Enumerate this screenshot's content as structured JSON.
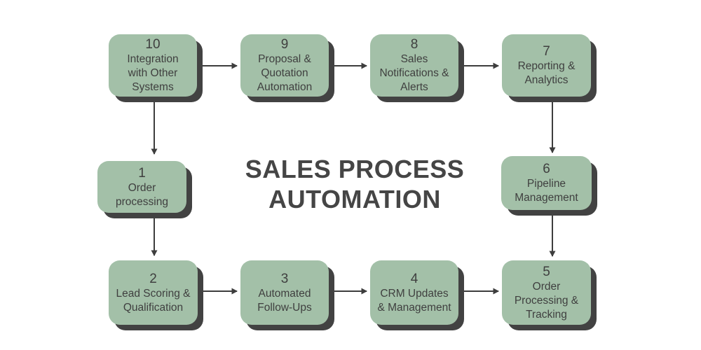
{
  "title": "SALES PROCESS\nAUTOMATION",
  "colors": {
    "node_fill": "#a3c0a8",
    "node_shadow": "#424242",
    "text": "#3f3f3f",
    "arrow": "#3d3d3d",
    "title": "#454545",
    "background": "#ffffff"
  },
  "nodes": {
    "s10": {
      "number": "10",
      "label": "Integration\nwith Other\nSystems"
    },
    "s9": {
      "number": "9",
      "label": "Proposal &\nQuotation\nAutomation"
    },
    "s8": {
      "number": "8",
      "label": "Sales\nNotifications &\nAlerts"
    },
    "s7": {
      "number": "7",
      "label": "Reporting &\nAnalytics"
    },
    "s1": {
      "number": "1",
      "label": "Order\nprocessing"
    },
    "s6": {
      "number": "6",
      "label": "Pipeline\nManagement"
    },
    "s2": {
      "number": "2",
      "label": "Lead Scoring &\nQualification"
    },
    "s3": {
      "number": "3",
      "label": "Automated\nFollow-Ups"
    },
    "s4": {
      "number": "4",
      "label": "CRM Updates\n& Management"
    },
    "s5": {
      "number": "5",
      "label": "Order\nProcessing &\nTracking"
    }
  },
  "edges": [
    {
      "from": "10",
      "to": "9"
    },
    {
      "from": "9",
      "to": "8"
    },
    {
      "from": "8",
      "to": "7"
    },
    {
      "from": "7",
      "to": "6"
    },
    {
      "from": "6",
      "to": "5"
    },
    {
      "from": "10",
      "to": "1"
    },
    {
      "from": "1",
      "to": "2"
    },
    {
      "from": "2",
      "to": "3"
    },
    {
      "from": "3",
      "to": "4"
    },
    {
      "from": "4",
      "to": "5"
    }
  ]
}
